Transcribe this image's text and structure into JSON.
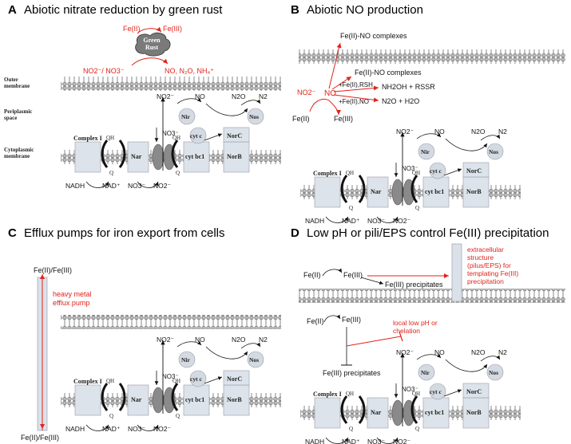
{
  "panels": {
    "A": {
      "letter": "A",
      "title": "Abiotic nitrate reduction by green rust",
      "fe2": "Fe(II)",
      "fe3": "Fe(III)",
      "green_rust_1": "Green",
      "green_rust_2": "Rust",
      "reactants": "NO2⁻/ NO3⁻",
      "products": "NO, N₂O, NH₄⁺"
    },
    "B": {
      "letter": "B",
      "title": "Abiotic NO production",
      "c1": "Fe(II)-NO complexes",
      "c2": "Fe(II)-NO complexes",
      "no2": "NO2⁻",
      "no": "NO",
      "r1": "+Fe(II),RSH",
      "p1": "NH2OH + RSSR",
      "r2": "+Fe(II),NO",
      "p2": "N2O + H2O",
      "fe2": "Fe(II)",
      "fe3": "Fe(III)"
    },
    "C": {
      "letter": "C",
      "title": "Efflux pumps for iron export from cells",
      "top": "Fe(II)/Fe(III)",
      "pump1": "heavy metal",
      "pump2": "efflux pump",
      "bottom": "Fe(II)/Fe(III)"
    },
    "D": {
      "letter": "D",
      "title": "Low pH or pili/EPS control Fe(III) precipitation",
      "fe2a": "Fe(II)",
      "fe3a": "Fe(III)",
      "precip_a": "Fe(III) precipitates",
      "ext1": "extracellular",
      "ext2": "structure",
      "ext3": "(pilus/EPS) for",
      "ext4": "templating Fe(III)",
      "ext5": "precipitation",
      "fe2b": "Fe(II)",
      "fe3b": "Fe(III)",
      "lowph1": "local low pH or",
      "lowph2": "chelation",
      "precip_b": "Fe(III) precipitates"
    }
  },
  "labels": {
    "outer_membrane": [
      "Outer",
      "membrane"
    ],
    "periplasmic": [
      "Periplasmic",
      "space"
    ],
    "cytoplasmic": [
      "Cytoplasmic",
      "membrane"
    ]
  },
  "chain": {
    "complex1": "Complex I",
    "nar": "Nar",
    "cytbc1": "cyt bc1",
    "norb": "NorB",
    "norc": "NorC",
    "cytc": "cyt c",
    "nir": "Nir",
    "nos": "Nos",
    "qh": "QH",
    "q": "Q",
    "nadh": "NADH",
    "nad": "NAD⁺",
    "no3_in": "NO3⁻",
    "no2_in": "NO2⁻",
    "no3_up": "NO3⁻",
    "no2_top": "NO2⁻",
    "no_top": "NO",
    "n2o_top": "N2O",
    "n2_top": "N2"
  },
  "colors": {
    "red": "#e0231b",
    "box": "#dde3ea",
    "circle": "#d4dae2"
  }
}
